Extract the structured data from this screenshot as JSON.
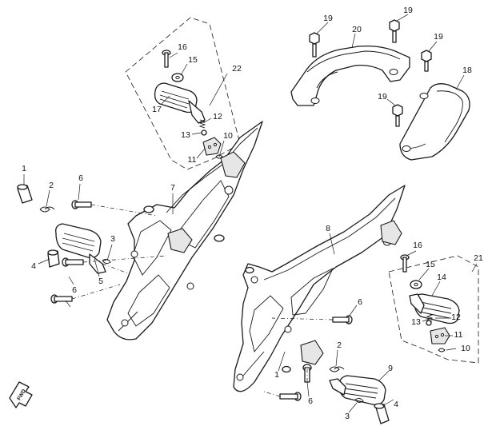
{
  "diagram": {
    "direction_label": "FWD",
    "callouts": {
      "c_1a": "1",
      "c_1b": "1",
      "c_2a": "2",
      "c_2b": "2",
      "c_3a": "3",
      "c_3b": "3",
      "c_4a": "4",
      "c_4b": "4",
      "c_5": "5",
      "c_6a": "6",
      "c_6b": "6",
      "c_6c": "6",
      "c_6d": "6",
      "c_7": "7",
      "c_8": "8",
      "c_9": "9",
      "c_10a": "10",
      "c_10b": "10",
      "c_11a": "11",
      "c_11b": "11",
      "c_12a": "12",
      "c_12b": "12",
      "c_13a": "13",
      "c_13b": "13",
      "c_14": "14",
      "c_15a": "15",
      "c_15b": "15",
      "c_16a": "16",
      "c_16b": "16",
      "c_17": "17",
      "c_18": "18",
      "c_19a": "19",
      "c_19b": "19",
      "c_19c": "19",
      "c_19d": "19",
      "c_20": "20",
      "c_21": "21",
      "c_22": "22"
    }
  }
}
